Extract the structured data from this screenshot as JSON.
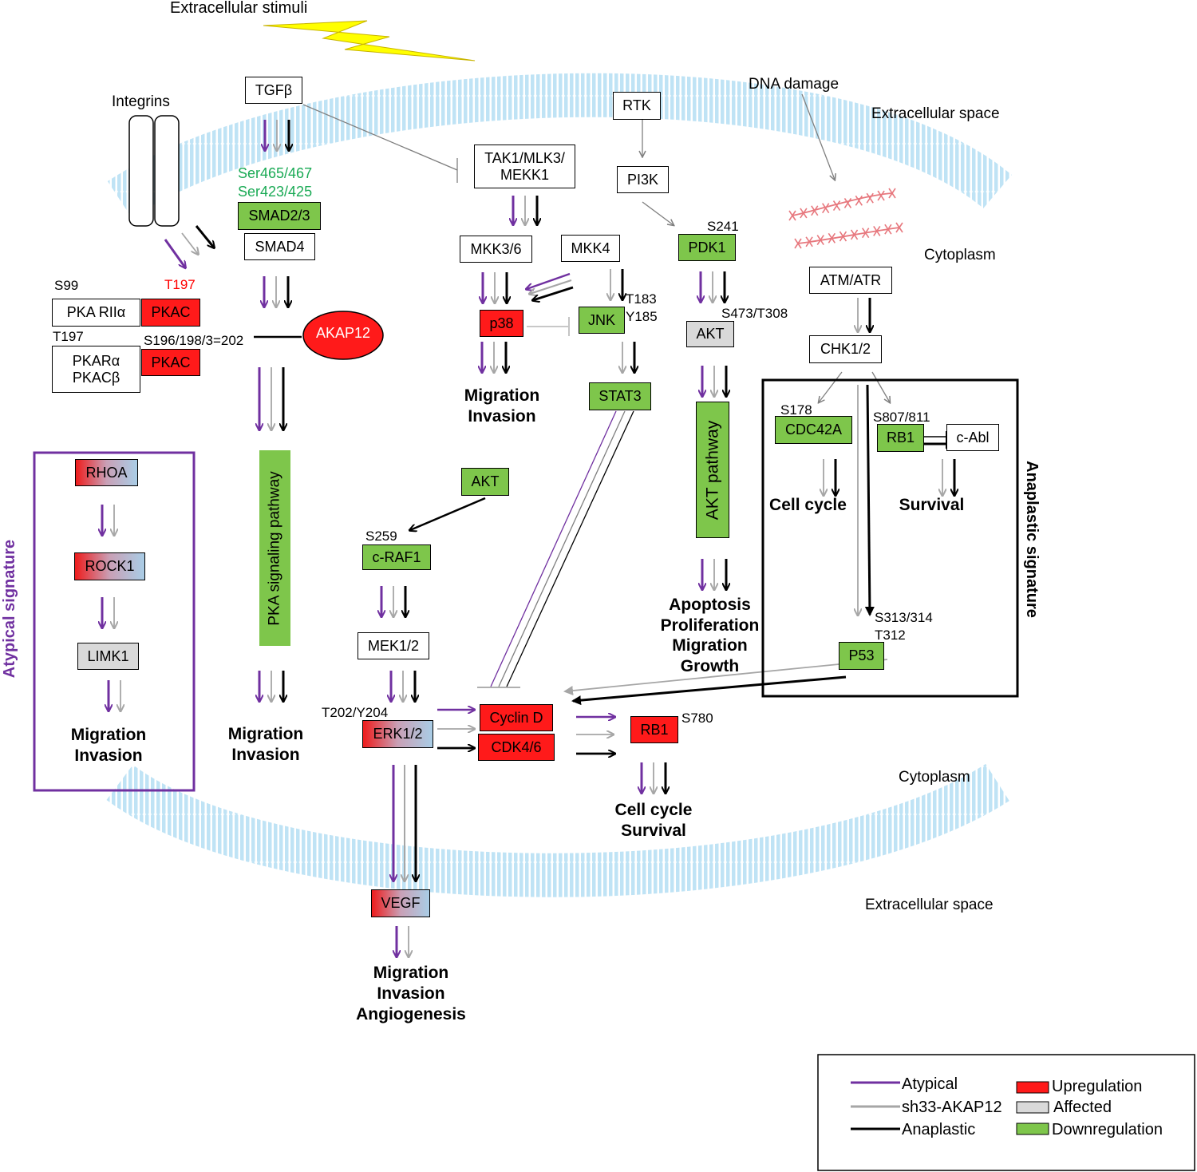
{
  "labels": {
    "extracellular_stimuli": "Extracellular stimuli",
    "integrins": "Integrins",
    "dna_damage": "DNA damage",
    "extracellular_space_top": "Extracellular space",
    "cytoplasm_top": "Cytoplasm",
    "cytoplasm_bottom": "Cytoplasm",
    "extracellular_space_bottom": "Extracellular space"
  },
  "nodes": {
    "tgfb": "TGFβ",
    "rtk": "RTK",
    "tak1": "TAK1/MLK3/\nMEKK1",
    "pi3k": "PI3K",
    "smad23": "SMAD2/3",
    "smad4": "SMAD4",
    "mkk36": "MKK3/6",
    "mkk4": "MKK4",
    "pdk1": "PDK1",
    "atm": "ATM/ATR",
    "pka_riia": "PKA RIIα",
    "pkac_1": "PKAC",
    "pkar": "PKARα\nPKACβ",
    "pkac_2": "PKAC",
    "akap12": "AKAP12",
    "p38": "p38",
    "jnk": "JNK",
    "akt_top": "AKT",
    "chk12": "CHK1/2",
    "stat3": "STAT3",
    "cdc42a": "CDC42A",
    "rb1_right": "RB1",
    "cabl": "c-Abl",
    "rhoa": "RHOA",
    "rock1": "ROCK1",
    "limk1": "LIMK1",
    "akt_mid": "AKT",
    "craf1": "c-RAF1",
    "mek12": "MEK1/2",
    "p53": "P53",
    "erk12": "ERK1/2",
    "cyclind": "Cyclin D",
    "cdk46": "CDK4/6",
    "rb1_mid": "RB1",
    "vegf": "VEGF"
  },
  "sites": {
    "ser465": "Ser465/467",
    "ser423": "Ser423/425",
    "s241": "S241",
    "s99": "S99",
    "t197_red": "T197",
    "t197": "T197",
    "s196": "S196/198/3=202",
    "t183": "T183",
    "y185": "Y185",
    "s473": "S473/T308",
    "s178": "S178",
    "s807": "S807/811",
    "s259": "S259",
    "s313": "S313/314",
    "t312": "T312",
    "t202": "T202/Y204",
    "s780": "S780"
  },
  "pathways": {
    "pka": "PKA signaling pathway",
    "akt": "AKT pathway"
  },
  "outcomes": {
    "mig_inv_p38": "Migration\nInvasion",
    "cell_cycle": "Cell cycle",
    "survival": "Survival",
    "apoptosis": "Apoptosis\nProliferation\nMigration\nGrowth",
    "mig_inv_atyp": "Migration\nInvasion",
    "mig_inv_pka": "Migration\nInvasion",
    "cc_survival": "Cell cycle\nSurvival",
    "mig_inv_angio": "Migration\nInvasion\nAngiogenesis"
  },
  "signatures": {
    "atypical": "Atypical signature",
    "anaplastic": "Anaplastic signature"
  },
  "legend": {
    "atypical": "Atypical",
    "sh33": "sh33-AKAP12",
    "anaplastic": "Anaplastic",
    "upregulation": "Upregulation",
    "affected": "Affected",
    "downregulation": "Downregulation"
  },
  "colors": {
    "atypical": "#7030a0",
    "sh33": "#a6a6a6",
    "anaplastic": "#000000",
    "upregulation": "#ff1a1a",
    "affected": "#d9d9d9",
    "downregulation": "#7ec64b",
    "membrane": "#bfe3f5",
    "bolt": "#ffff00",
    "site_green": "#1aaa55",
    "site_red": "#ff0000"
  }
}
